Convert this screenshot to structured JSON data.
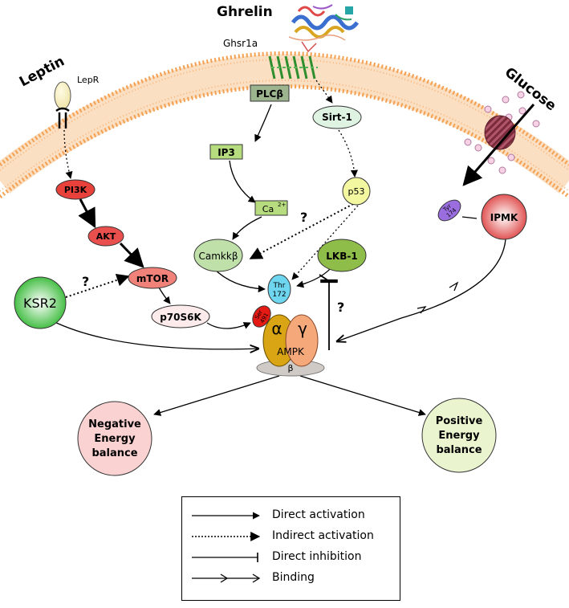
{
  "ligands": {
    "ghrelin": "Ghrelin",
    "leptin": "Leptin",
    "glucose": "Glucose"
  },
  "receptors": {
    "ghsr1a": "Ghsr1a",
    "lepr": "LepR"
  },
  "nodes": {
    "plcb": "PLCβ",
    "sirt1": "Sirt-1",
    "ip3": "IP3",
    "ca": "Ca",
    "ca_charge": "2+",
    "p53": "p53",
    "pi3k": "PI3K",
    "akt": "AKT",
    "mtor": "mTOR",
    "ksr2": "KSR2",
    "p70s6k": "p70S6K",
    "camkkb": "Camkkβ",
    "lkb1": "LKB-1",
    "thr172_a": "Thr",
    "thr172_b": "172",
    "ser491_a": "Ser",
    "ser491_b": "491",
    "tyr174_a": "Tyr",
    "tyr174_b": "174",
    "ipmk": "IPMK",
    "ampk_alpha": "α",
    "ampk_gamma": "γ",
    "ampk_beta": "β",
    "ampk_label": "AMPK"
  },
  "unknown_marks": {
    "ksr2_mtor": "?",
    "p53_camkk": "?",
    "lkb1_inhibition": "?"
  },
  "outcomes": {
    "negative": [
      "Negative",
      "Energy",
      "balance"
    ],
    "positive": [
      "Positive",
      "Energy",
      "balance"
    ]
  },
  "legend": [
    {
      "style": "direct-activation",
      "label": "Direct activation"
    },
    {
      "style": "indirect-activation",
      "label": "Indirect activation"
    },
    {
      "style": "direct-inhibition",
      "label": "Direct inhibition"
    },
    {
      "style": "binding",
      "label": "Binding"
    }
  ],
  "colors": {
    "membrane": "#f5a85a",
    "pi3k": "#e8413c",
    "akt": "#e9504d",
    "mtor": "#f0827a",
    "ksr2": "#3fc23f",
    "p70s6k": "#fdeaea",
    "camkkb": "#bfe0a8",
    "lkb1": "#8fbd4a",
    "thr172": "#6fd6f0",
    "ser491": "#e51a14",
    "tyr174": "#9b6ee0",
    "ipmk": "#e45050",
    "ampk_alpha": "#d9a514",
    "ampk_gamma": "#f5a87a",
    "ampk_beta": "#cfcac6",
    "plcb": "#9db58f",
    "ip3": "#b7dc80",
    "ca": "#b7dc80",
    "sirt1": "#dff3e2",
    "p53": "#f3f7a0",
    "negative": "#fbd2d2",
    "positive": "#eaf5d0"
  }
}
